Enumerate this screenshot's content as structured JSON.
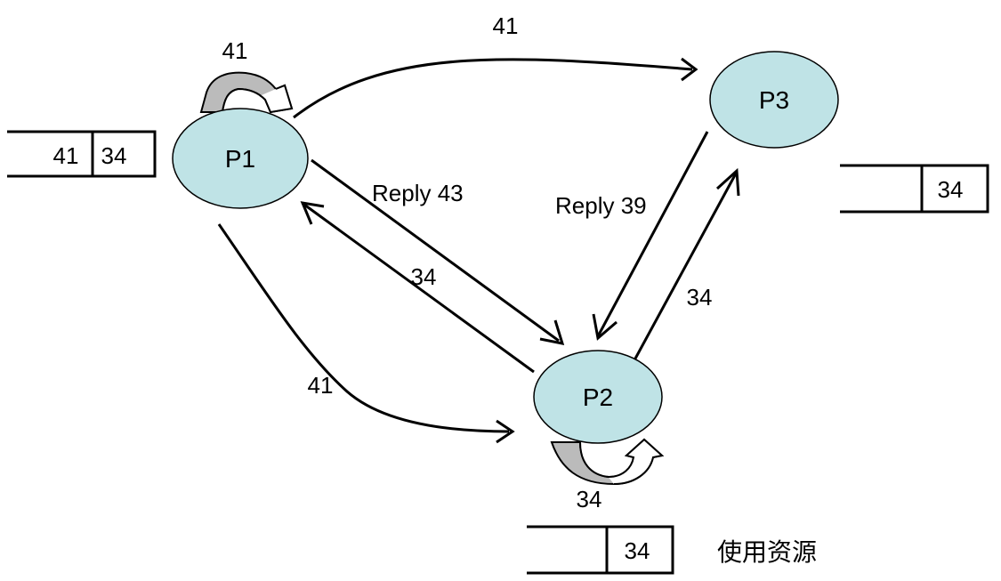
{
  "nodes": {
    "p1": {
      "label": "P1",
      "fill": "#bfe3e6"
    },
    "p2": {
      "label": "P2",
      "fill": "#bfe3e6"
    },
    "p3": {
      "label": "P3",
      "fill": "#bfe3e6"
    }
  },
  "edge_labels": {
    "p1_self": "41",
    "p1_to_p3": "41",
    "p1_to_p2_reply": "Reply 43",
    "p3_to_p2_reply": "Reply 39",
    "p2_to_p1": "34",
    "p2_to_p3": "34",
    "p1_to_p2_lower": "41",
    "p2_self": "34"
  },
  "queues": {
    "p1": {
      "cells": [
        "41",
        "34"
      ]
    },
    "p3": {
      "cells": [
        "34"
      ]
    },
    "p2": {
      "cells": [
        "34"
      ],
      "caption": "使用资源"
    }
  }
}
